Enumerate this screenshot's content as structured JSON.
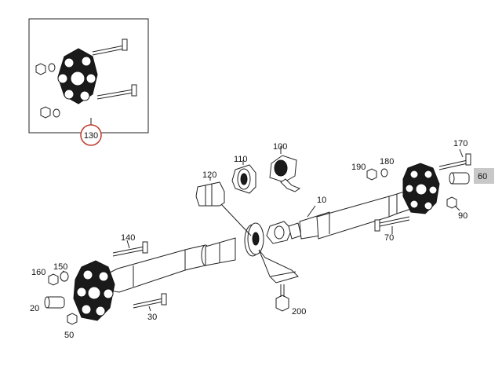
{
  "highlight_color": "#c0392b",
  "part_labels": {
    "p10": "10",
    "p20": "20",
    "p30": "30",
    "p50": "50",
    "p60": "60",
    "p70": "70",
    "p90": "90",
    "p100": "100",
    "p110": "110",
    "p120": "120",
    "p130": "130",
    "p140": "140",
    "p150": "150",
    "p160": "160",
    "p170": "170",
    "p180": "180",
    "p190": "190",
    "p200": "200"
  }
}
